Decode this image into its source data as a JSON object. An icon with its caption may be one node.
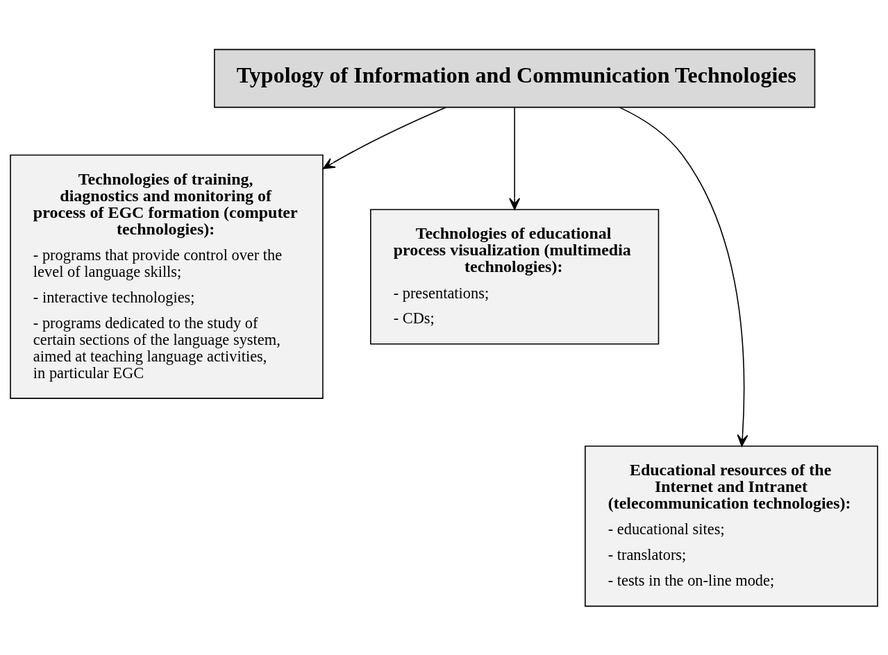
{
  "diagram": {
    "nodes": [
      {
        "text": [
          "Typology of Information and Communication Technologies"
        ]
      },
      {
        "text": [
          "Technologies of training, diagnostics and monitoring of process of EGC formation (computer technologies):",
          "- programs that provide control over the level of language skills;",
          "- interactive technologies;",
          "- programs dedicated to the study of certain sections of the language system, aimed at teaching language activities, in particular EGC"
        ]
      },
      {
        "text": [
          "Technologies of educational process visualization (multimedia technologies):",
          "- presentations;",
          "- CDs;"
        ]
      },
      {
        "text": [
          "Educational resources of the Internet and Intranet (telecommunication technologies):",
          "- educational sites;",
          "- translators;",
          "- tests in the on-line mode;"
        ]
      }
    ],
    "edges": [
      {
        "from": 0,
        "to": 1,
        "arrow": "to"
      },
      {
        "from": 0,
        "to": 2,
        "arrow": "to"
      },
      {
        "from": 0,
        "to": 3,
        "arrow": "to"
      }
    ]
  }
}
